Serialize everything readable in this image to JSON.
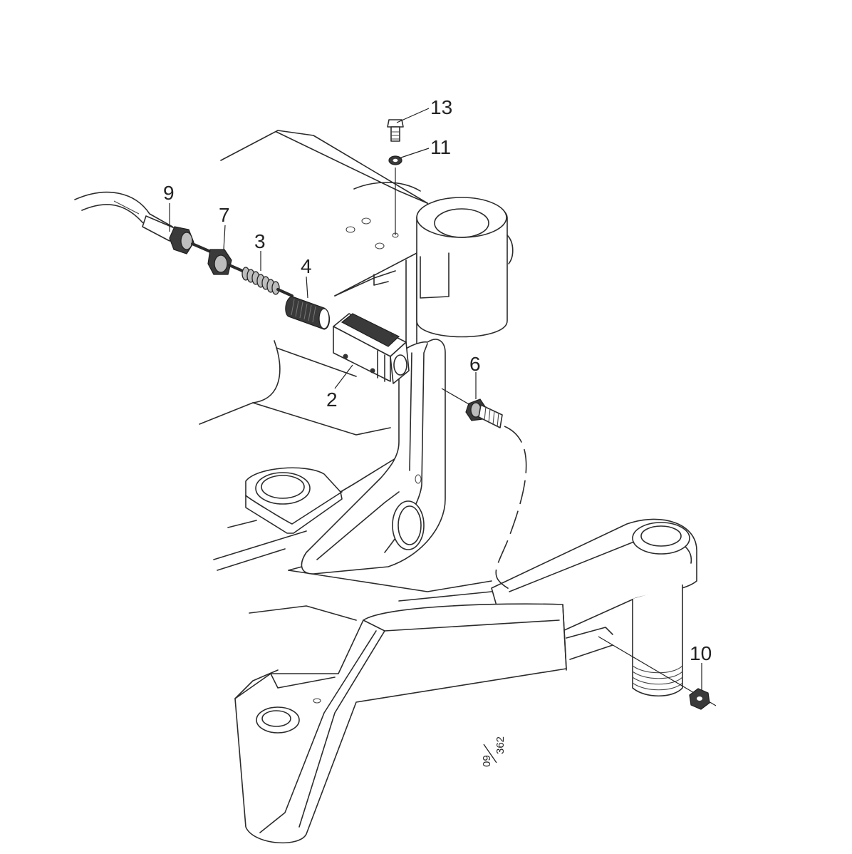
{
  "callouts": {
    "c13": "13",
    "c11": "11",
    "c9": "9",
    "c7": "7",
    "c3": "3",
    "c4": "4",
    "c2": "2",
    "c6": "6",
    "c10": "10"
  },
  "drawing_ref": {
    "top": "09",
    "bottom": "362"
  }
}
